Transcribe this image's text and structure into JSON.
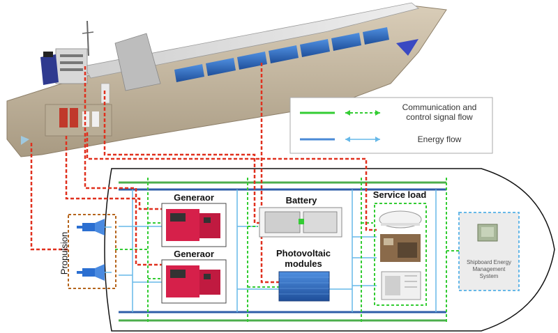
{
  "legend": {
    "communication_label_line1": "Communication and",
    "communication_label_line2": "control signal flow",
    "energy_label": "Energy flow",
    "communication_color": "#33cc33",
    "energy_color": "#4a8ad6"
  },
  "components": {
    "generator_top": "Generaor",
    "generator_bottom": "Generaor",
    "battery": "Battery",
    "pv_line1": "Photovoltaic",
    "pv_line2": "modules",
    "service_load": "Service load",
    "propulsion": "Propulsion",
    "sems_line1": "Shipboard Energy",
    "sems_line2": "Management",
    "sems_line3": "System"
  },
  "colors": {
    "signal_red": "#e0301e",
    "bus_green": "#4cae4c",
    "bus_blue": "#2e5ea8",
    "propulsion_box": "#b5651d",
    "generator_red": "#d6204a",
    "pv_blue": "#2f6fc4"
  }
}
